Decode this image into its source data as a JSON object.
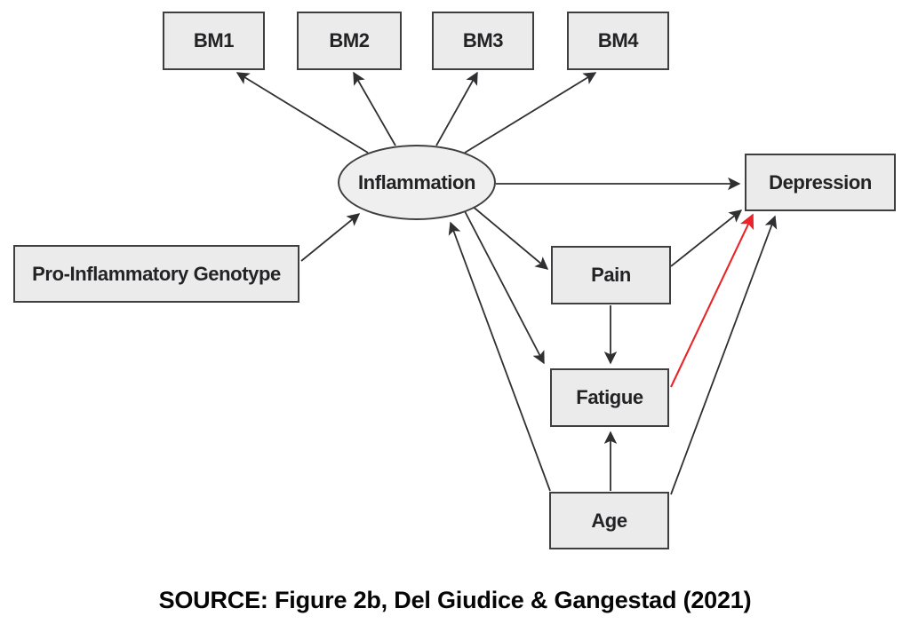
{
  "page": {
    "background": "#ffffff"
  },
  "diagram": {
    "type": "path-diagram",
    "nodes": {
      "bm1": {
        "label": "BM1",
        "shape": "rectangle"
      },
      "bm2": {
        "label": "BM2",
        "shape": "rectangle"
      },
      "bm3": {
        "label": "BM3",
        "shape": "rectangle"
      },
      "bm4": {
        "label": "BM4",
        "shape": "rectangle"
      },
      "inflammation": {
        "label": "Inflammation",
        "shape": "ellipse"
      },
      "pro_inflammatory_genotype": {
        "label": "Pro-Inflammatory Genotype",
        "shape": "rectangle"
      },
      "pain": {
        "label": "Pain",
        "shape": "rectangle"
      },
      "fatigue": {
        "label": "Fatigue",
        "shape": "rectangle"
      },
      "age": {
        "label": "Age",
        "shape": "rectangle"
      },
      "depression": {
        "label": "Depression",
        "shape": "rectangle"
      }
    },
    "edges": [
      {
        "from": "inflammation",
        "to": "bm1",
        "color": "black"
      },
      {
        "from": "inflammation",
        "to": "bm2",
        "color": "black"
      },
      {
        "from": "inflammation",
        "to": "bm3",
        "color": "black"
      },
      {
        "from": "inflammation",
        "to": "bm4",
        "color": "black"
      },
      {
        "from": "pro_inflammatory_genotype",
        "to": "inflammation",
        "color": "black"
      },
      {
        "from": "inflammation",
        "to": "depression",
        "color": "black"
      },
      {
        "from": "inflammation",
        "to": "pain",
        "color": "black"
      },
      {
        "from": "inflammation",
        "to": "fatigue",
        "color": "black"
      },
      {
        "from": "pain",
        "to": "fatigue",
        "color": "black"
      },
      {
        "from": "pain",
        "to": "depression",
        "color": "black"
      },
      {
        "from": "fatigue",
        "to": "depression",
        "color": "red"
      },
      {
        "from": "age",
        "to": "fatigue",
        "color": "black"
      },
      {
        "from": "age",
        "to": "inflammation",
        "color": "black"
      },
      {
        "from": "age",
        "to": "depression",
        "color": "black"
      }
    ],
    "colors": {
      "node_fill": "#ebebeb",
      "node_border": "#3f3f41",
      "arrow": "#303032",
      "highlight_arrow": "#e8252a",
      "label_text": "#232225"
    }
  },
  "caption": {
    "text": "SOURCE: Figure 2b, Del Giudice & Gangestad (2021)"
  }
}
